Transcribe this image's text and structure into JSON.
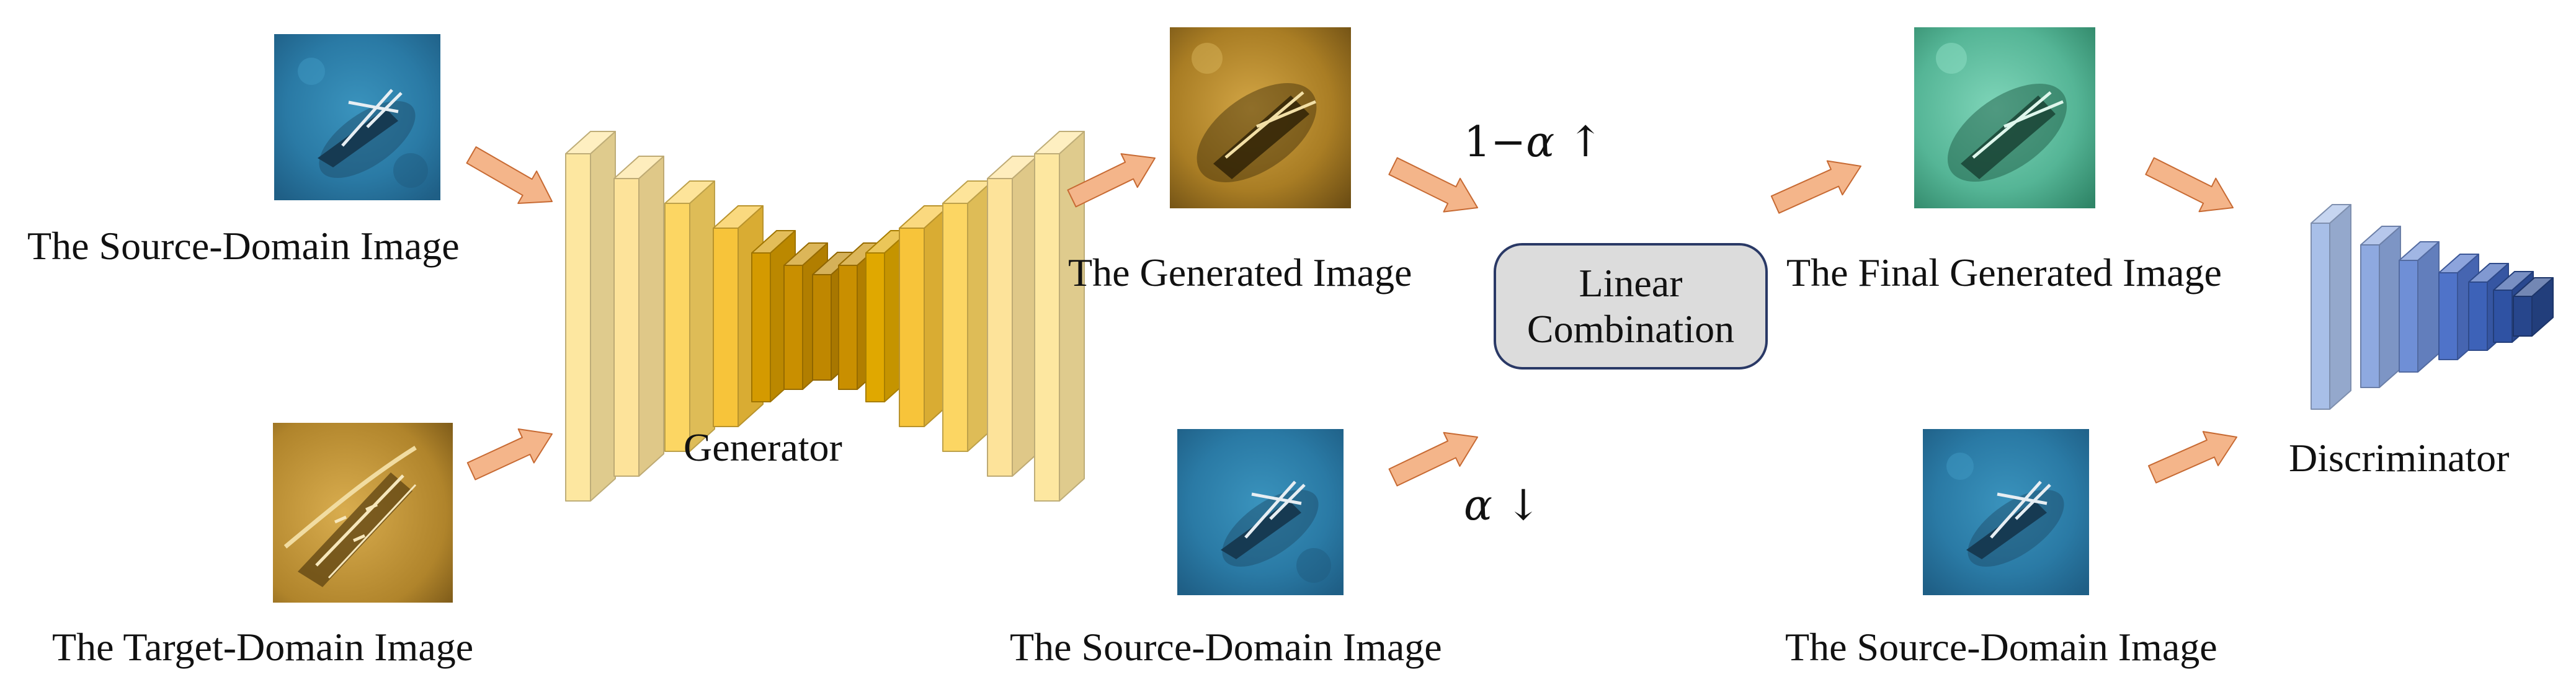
{
  "captions": {
    "source_top_left": "The Source-Domain Image",
    "target_bottom_left": "The Target-Domain Image",
    "generator": "Generator",
    "generated": "The Generated Image",
    "source_bottom_middle": "The Source-Domain Image",
    "final_generated": "The Final Generated Image",
    "source_bottom_right": "The Source-Domain Image",
    "discriminator": "Discriminator"
  },
  "linear_combination": {
    "line1": "Linear",
    "line2": "Combination"
  },
  "weights": {
    "one_minus": "1−",
    "alpha": "α",
    "up_arrow": "↑",
    "down_arrow": "↓"
  },
  "colors": {
    "arrow_fill": "#f4b58a",
    "arrow_stroke": "#c76a33",
    "generator": "#fcd663",
    "generator_dark": "#d49a00",
    "discriminator": "#4f73c9",
    "box_fill": "#dcdcdc",
    "box_border": "#2a3966",
    "sea_blue": "#2f7ea8",
    "sonar_gold": "#b58a2b",
    "final_teal": "#5fbfa2"
  }
}
